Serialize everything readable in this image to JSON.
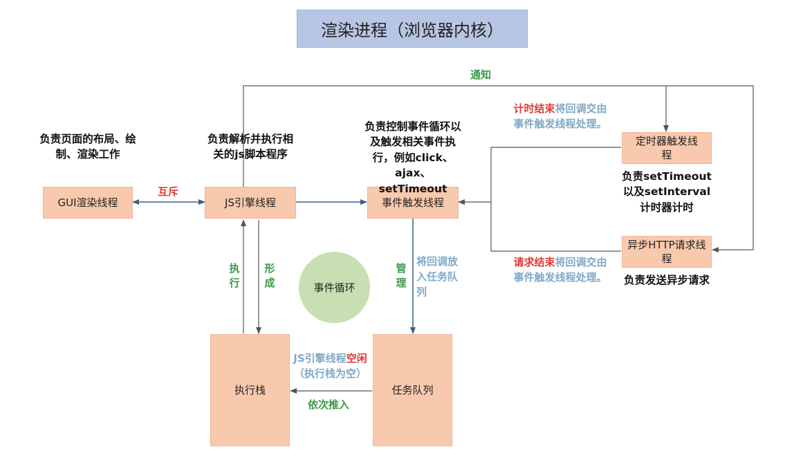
{
  "title": "渲染进程（浏览器内核）",
  "boxes": {
    "gui": "GUI渲染线程",
    "js": "JS引擎线程",
    "event": "事件触发线程",
    "timer": "定时器触发线程",
    "http": "异步HTTP请求线程",
    "stack": "执行栈",
    "queue": "任务队列"
  },
  "circle": "事件循环",
  "descriptions": {
    "gui": "负责页面的布局、绘制、渲染工作",
    "js": "负责解析并执行相关的js脚本程序",
    "event": "负责控制事件循环以及触发相关事件执行，例如click、ajax、setTimeout",
    "timer": "负责setTimeout以及setInterval计时器计时",
    "http": "负责发送异步请求"
  },
  "labels": {
    "notify": "通知",
    "mutex": "互斥",
    "execute": "执行",
    "form": "形成",
    "manage": "管理",
    "enqueue": "将回调放入任务队列",
    "timer_end_red": "计时结束",
    "timer_end_blue": "将回调交由事件触发线程处理。",
    "request_end_red": "请求结束",
    "request_end_blue": "将回调交由事件触发线程处理。",
    "idle_blue": "JS引擎线程",
    "idle_red": "空闲",
    "idle_paren": "（执行栈为空）",
    "push_in_order": "依次推入"
  },
  "colors": {
    "box_fill": "#f8c9ad",
    "title_fill": "#b7c6e3",
    "circle_fill": "#c7dfb2",
    "arrow_blue": "#3e5f86",
    "line_gray": "#555555",
    "label_green": "#3a9a4a",
    "label_red": "#e23a35",
    "label_blue": "#7fa9c8"
  }
}
